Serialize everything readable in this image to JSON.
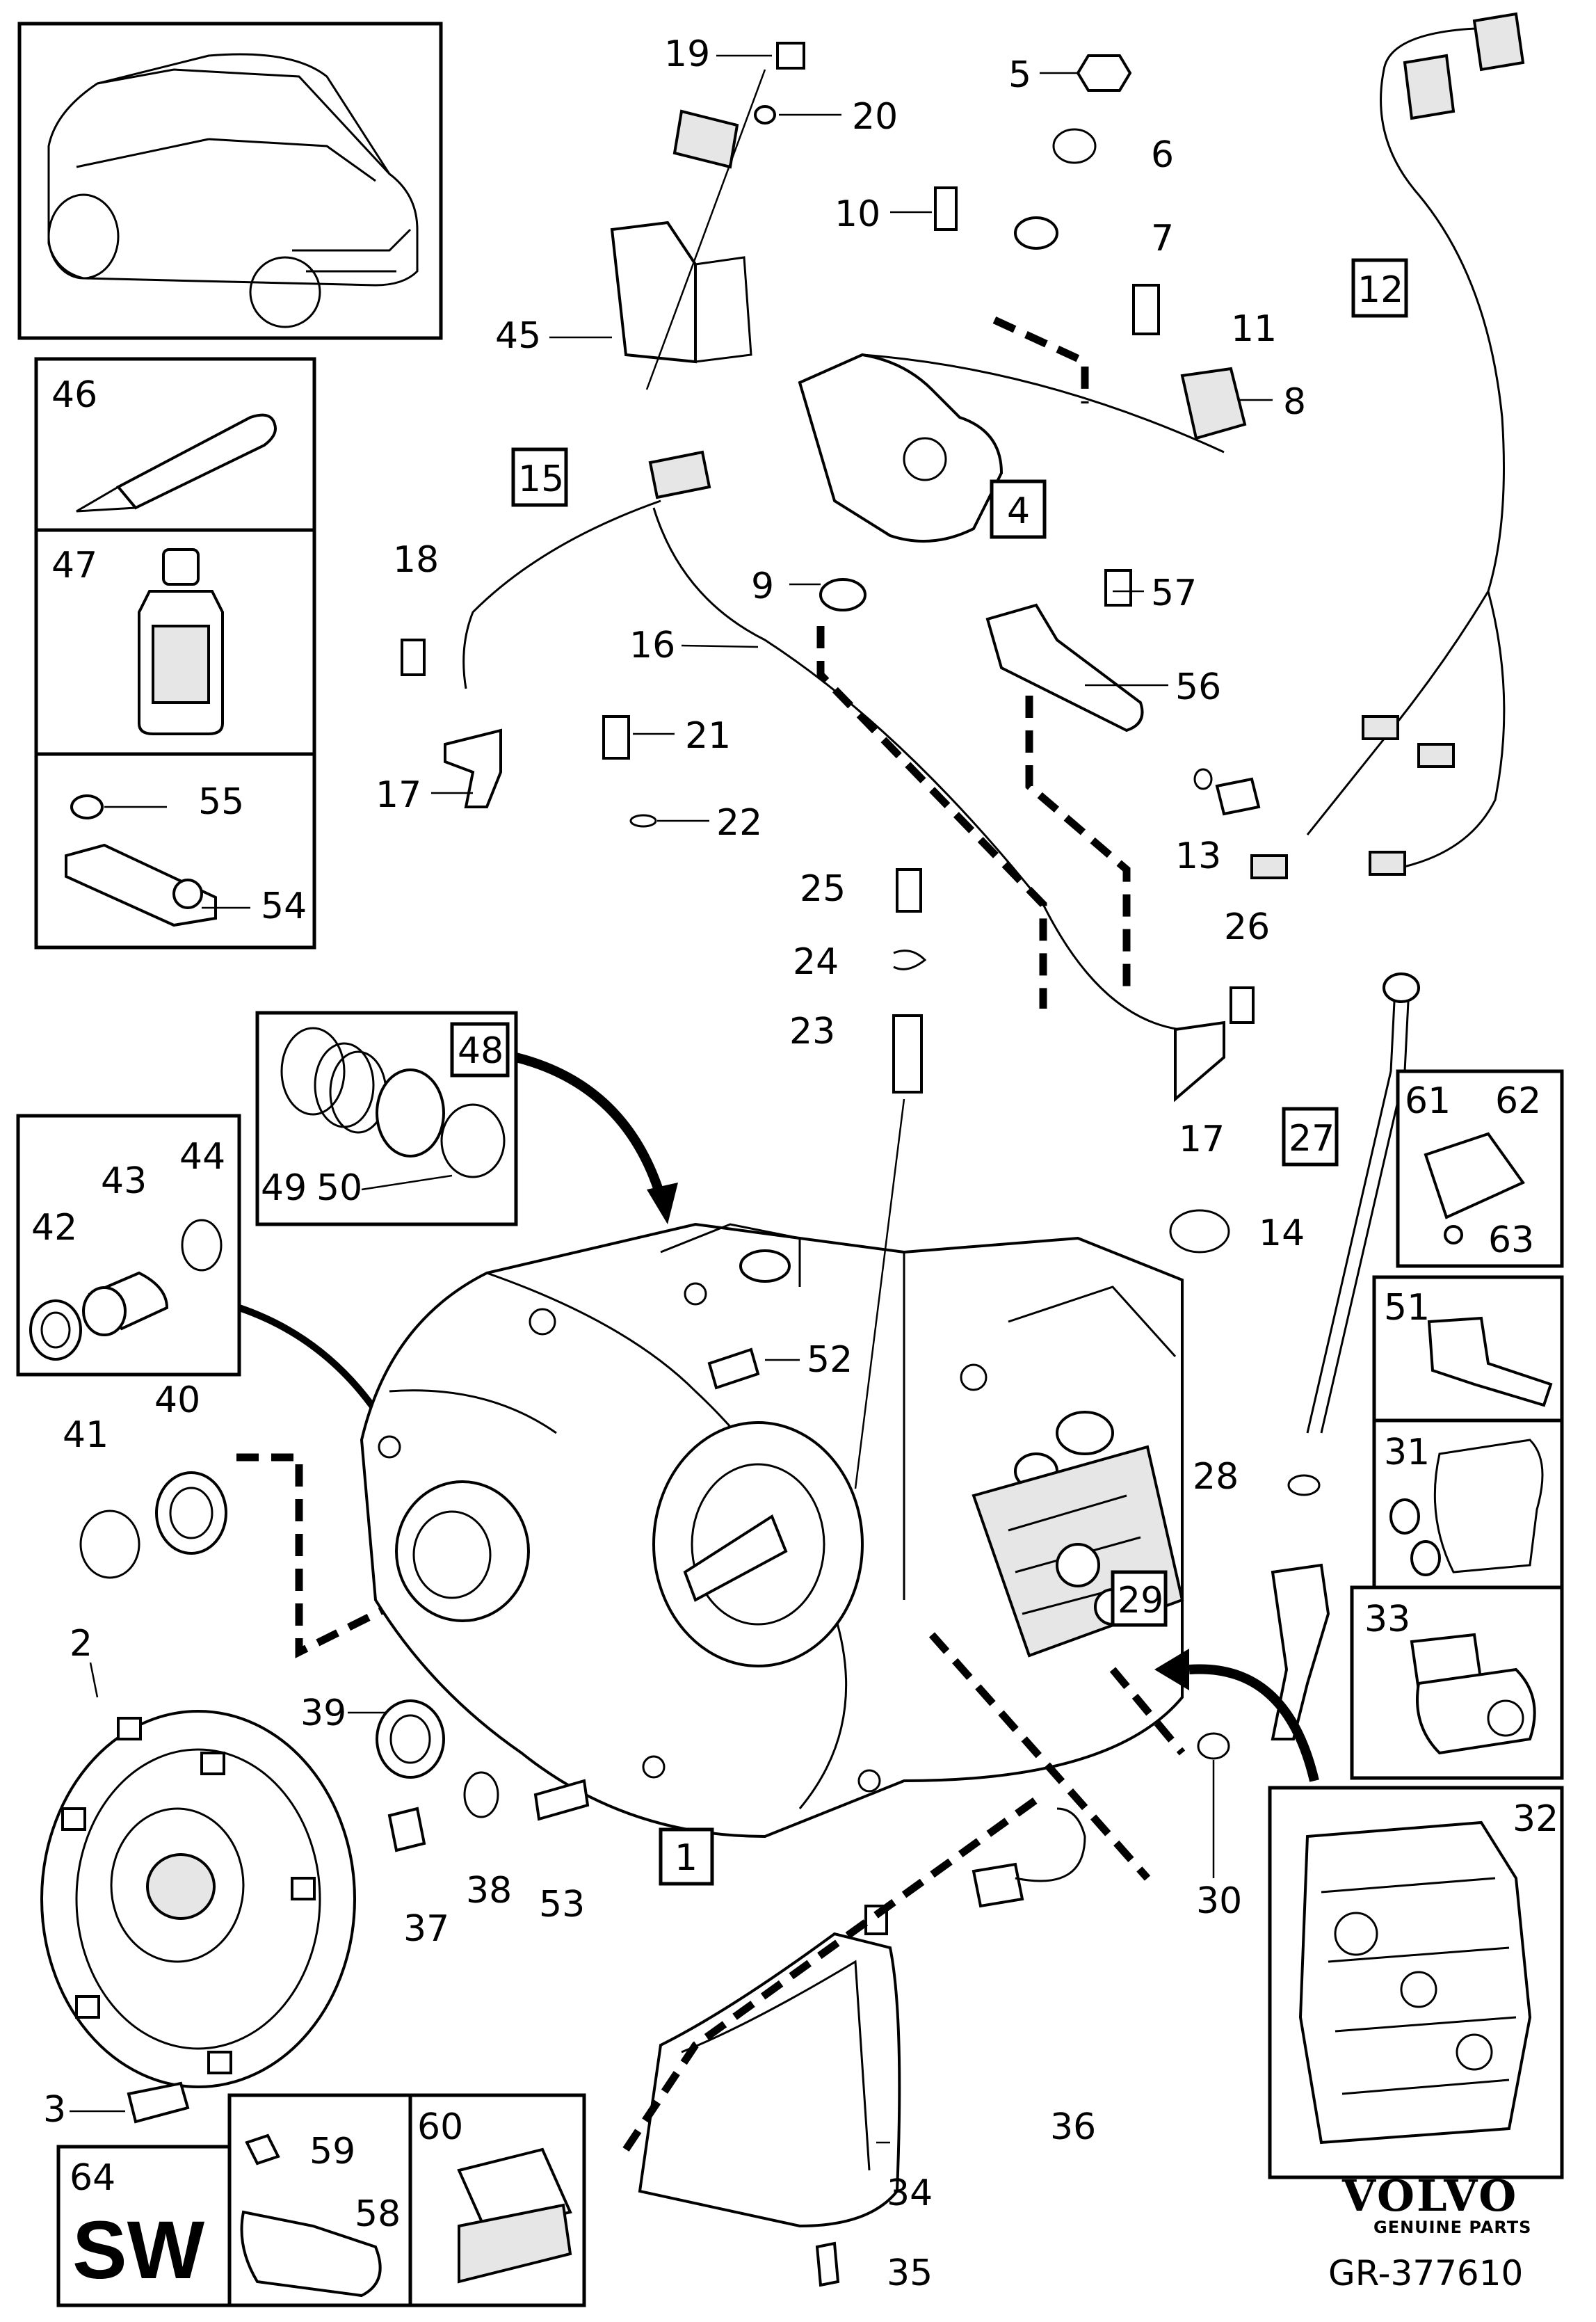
{
  "brand": {
    "name": "VOLVO",
    "tagline": "GENUINE PARTS",
    "ref": "GR-377610"
  },
  "labels": {
    "n1": "1",
    "n2": "2",
    "n3": "3",
    "n4": "4",
    "n5": "5",
    "n6": "6",
    "n7": "7",
    "n8": "8",
    "n9": "9",
    "n10": "10",
    "n11": "11",
    "n12": "12",
    "n13": "13",
    "n14": "14",
    "n15": "15",
    "n16": "16",
    "n17a": "17",
    "n17b": "17",
    "n18": "18",
    "n19": "19",
    "n20": "20",
    "n21": "21",
    "n22": "22",
    "n23": "23",
    "n24": "24",
    "n25": "25",
    "n26": "26",
    "n27": "27",
    "n28": "28",
    "n29": "29",
    "n30": "30",
    "n31": "31",
    "n32": "32",
    "n33": "33",
    "n34": "34",
    "n35": "35",
    "n36": "36",
    "n37": "37",
    "n38": "38",
    "n39": "39",
    "n40": "40",
    "n41": "41",
    "n42": "42",
    "n43": "43",
    "n44": "44",
    "n45": "45",
    "n46": "46",
    "n47": "47",
    "n48": "48",
    "n49": "49",
    "n50": "50",
    "n51": "51",
    "n52": "52",
    "n53": "53",
    "n54": "54",
    "n55": "55",
    "n56": "56",
    "n57": "57",
    "n58": "58",
    "n59": "59",
    "n60": "60",
    "n61": "61",
    "n62": "62",
    "n63": "63",
    "n64": "64",
    "sw": "SW"
  }
}
